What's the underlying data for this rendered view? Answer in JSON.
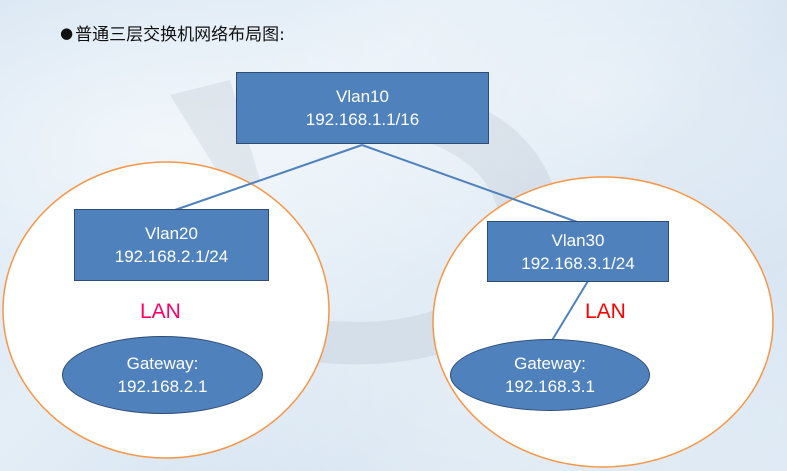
{
  "title": {
    "bullet": "●",
    "text": "普通三层交换机网络布局图:"
  },
  "nodes": {
    "vlan10": {
      "line1": "Vlan10",
      "line2": "192.168.1.1/16"
    },
    "vlan20": {
      "line1": "Vlan20",
      "line2": "192.168.2.1/24"
    },
    "vlan30": {
      "line1": "Vlan30",
      "line2": "192.168.3.1/24"
    },
    "gateway_left": {
      "line1": "Gateway:",
      "line2": "192.168.2.1"
    },
    "gateway_right": {
      "line1": "Gateway:",
      "line2": "192.168.3.1"
    }
  },
  "lan_labels": {
    "left": "LAN",
    "right": "LAN"
  },
  "colors": {
    "node_fill": "#4f81bd",
    "node_border": "#2f4d74",
    "link": "#4f81bd",
    "lan_circle_fill": "#ffffff",
    "lan_circle_border": "#f79646",
    "lan_text_left": "#ff0066",
    "lan_text_right": "#ff0000",
    "background": "#dce8f3"
  }
}
